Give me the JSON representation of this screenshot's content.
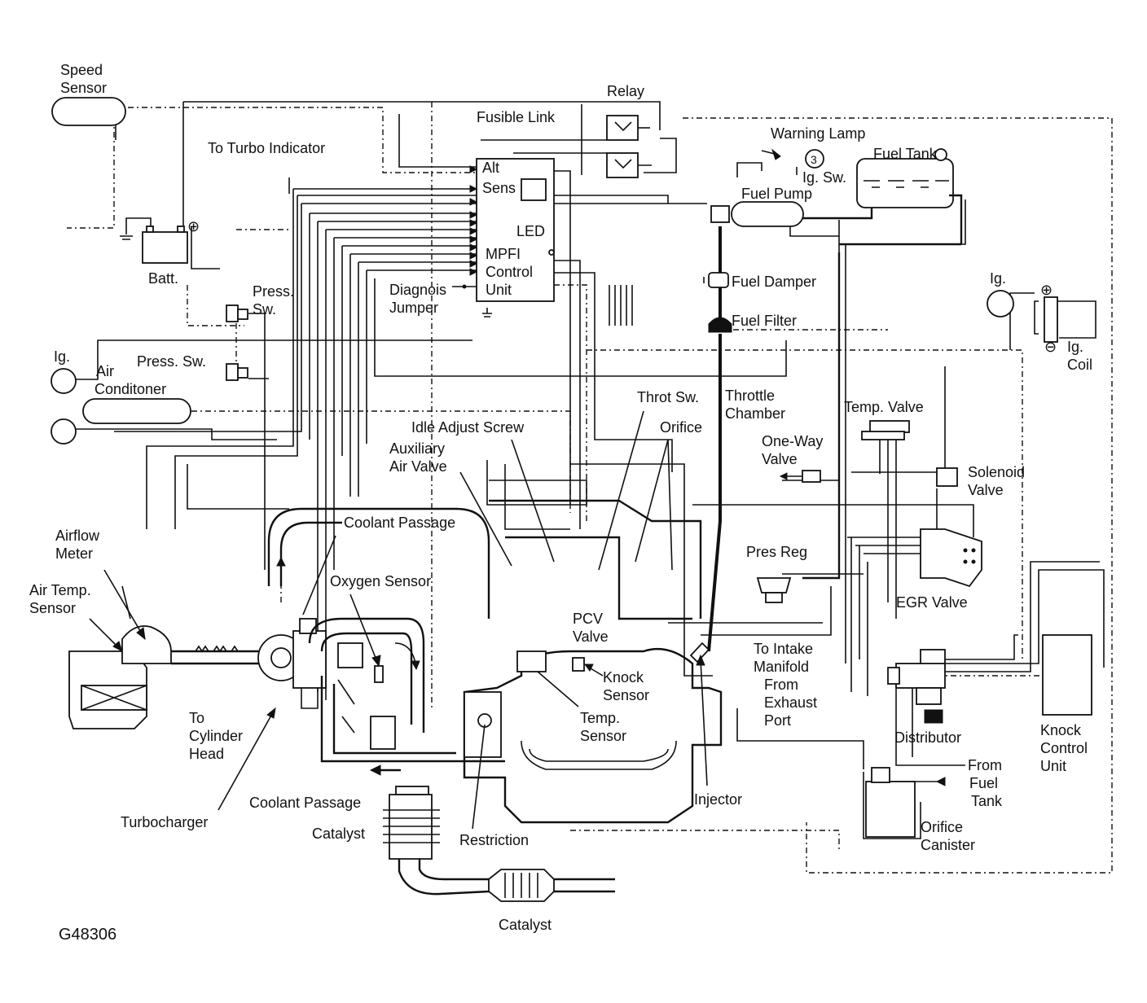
{
  "diagram_id": "G48306",
  "labels": {
    "speed_sensor": [
      "Speed",
      "Sensor"
    ],
    "relay": "Relay",
    "fusible_link": "Fusible Link",
    "to_turbo_indicator": "To Turbo Indicator",
    "warning_lamp": "Warning Lamp",
    "fuel_tank": "Fuel Tank",
    "ig_sw": "Ig. Sw.",
    "ig_sw_badge": "3",
    "fuel_pump": "Fuel Pump",
    "batt": "Batt.",
    "ecu_alt": "Alt",
    "ecu_sens": "Sens",
    "ecu_led": "LED",
    "ecu_name": [
      "MPFI",
      "Control",
      "Unit"
    ],
    "press_sw_upper": [
      "Press.",
      "Sw."
    ],
    "press_sw_lower": "Press. Sw.",
    "diagnosis_jumper": [
      "Diagnois",
      "Jumper"
    ],
    "fuel_damper": "Fuel Damper",
    "fuel_filter": "Fuel Filter",
    "ig_right": "Ig.",
    "ig_coil": [
      "Ig.",
      "Coil"
    ],
    "ig_left": "Ig.",
    "air_conditioner": [
      "Air",
      "Conditoner"
    ],
    "throt_sw": "Throt Sw.",
    "throttle_chamber": [
      "Throttle",
      "Chamber"
    ],
    "temp_valve": "Temp. Valve",
    "idle_adjust_screw": "Idle Adjust Screw",
    "orifice_top": "Orifice",
    "auxiliary_air_valve": [
      "Auxiliary",
      "Air Valve"
    ],
    "one_way_valve": [
      "One-Way",
      "Valve"
    ],
    "solenoid_valve": [
      "Solenoid",
      "Valve"
    ],
    "coolant_passage_top": "Coolant Passage",
    "airflow_meter": [
      "Airflow",
      "Meter"
    ],
    "pres_reg": "Pres Reg",
    "air_temp_sensor": [
      "Air Temp.",
      "Sensor"
    ],
    "oxygen_sensor": "Oxygen Sensor",
    "egr_valve": "EGR Valve",
    "pcv_valve": [
      "PCV",
      "Valve"
    ],
    "to_intake_manifold": [
      "To Intake",
      "Manifold"
    ],
    "from_exhaust_port": [
      "From",
      "Exhaust",
      "Port"
    ],
    "knock_sensor": [
      "Knock",
      "Sensor"
    ],
    "temp_sensor": [
      "Temp.",
      "Sensor"
    ],
    "to_cylinder_head": [
      "To",
      "Cylinder",
      "Head"
    ],
    "distributor": "Distributor",
    "knock_control_unit": [
      "Knock",
      "Control",
      "Unit"
    ],
    "from_fuel_tank": [
      "From",
      "Fuel",
      "Tank"
    ],
    "injector": "Injector",
    "turbocharger": "Turbocharger",
    "coolant_passage_bottom": "Coolant Passage",
    "restriction": "Restriction",
    "catalyst_upper": "Catalyst",
    "orifice_canister": [
      "Orifice",
      "Canister"
    ],
    "catalyst_lower": "Catalyst"
  }
}
